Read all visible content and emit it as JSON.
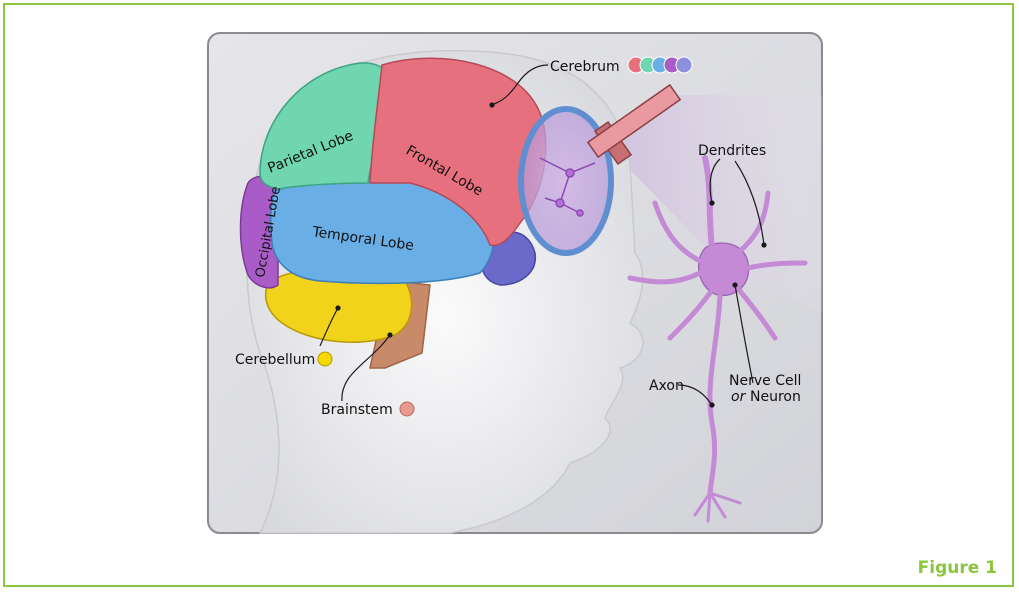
{
  "figure": {
    "caption_label": "Figure 1"
  },
  "diagram": {
    "lobes": {
      "parietal": "Parietal Lobe",
      "frontal": "Frontal Lobe",
      "occipital": "Occipital Lobe",
      "temporal": "Temporal Lobe"
    },
    "labels": {
      "cerebrum": "Cerebrum",
      "cerebellum": "Cerebellum",
      "brainstem": "Brainstem",
      "dendrites": "Dendrites",
      "axon": "Axon",
      "nerve_cell": "Nerve Cell",
      "or": "or",
      "neuron": "Neuron"
    },
    "colors": {
      "frontal": "#e7707e",
      "parietal": "#6fd6b0",
      "occipital": "#a95cc7",
      "temporal": "#6aaee6",
      "cerebellum": "#f0d31a",
      "brainstem": "#c98a6a",
      "deep": "#6b69c9",
      "neuron": "#c48ad6",
      "accent": "#8cc540",
      "cerebrum_swatches": [
        "#e7707e",
        "#6fd6b0",
        "#6aaee6",
        "#a95cc7",
        "#8f8fe0"
      ],
      "cerebellum_dot": "#f5d800",
      "brainstem_dot": "#e89a90"
    }
  }
}
